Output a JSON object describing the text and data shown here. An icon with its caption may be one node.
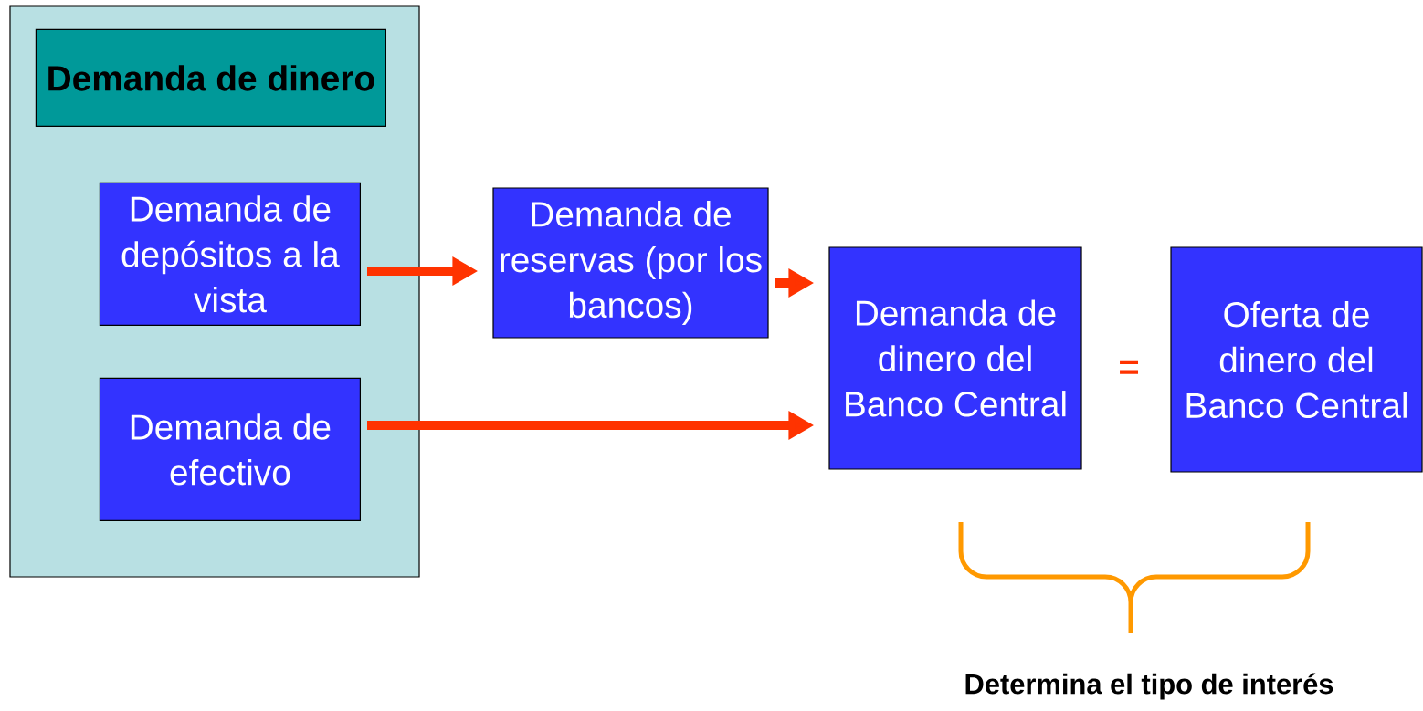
{
  "diagram": {
    "nodes": [
      {
        "text": [],
        "shape": "box"
      },
      {
        "text": [
          "Demanda de dinero"
        ],
        "in": 0
      },
      {
        "text": [
          "Demanda de depósitos a la vista"
        ],
        "in": 0
      },
      {
        "text": [
          "Demanda de efectivo"
        ],
        "in": 0
      },
      {
        "text": [
          "Demanda de reservas (por los bancos)"
        ]
      },
      {
        "text": [
          "Demanda de dinero del Banco Central"
        ]
      },
      {
        "text": [
          "Oferta de dinero del Banco Central"
        ]
      }
    ],
    "edges": [
      {
        "from": 2,
        "to": 4,
        "arrow": "to"
      },
      {
        "from": 4,
        "to": 5,
        "arrow": "to"
      },
      {
        "from": 3,
        "to": 5,
        "arrow": "to"
      }
    ],
    "labels": [
      "=",
      "Determina el tipo de interés"
    ]
  }
}
